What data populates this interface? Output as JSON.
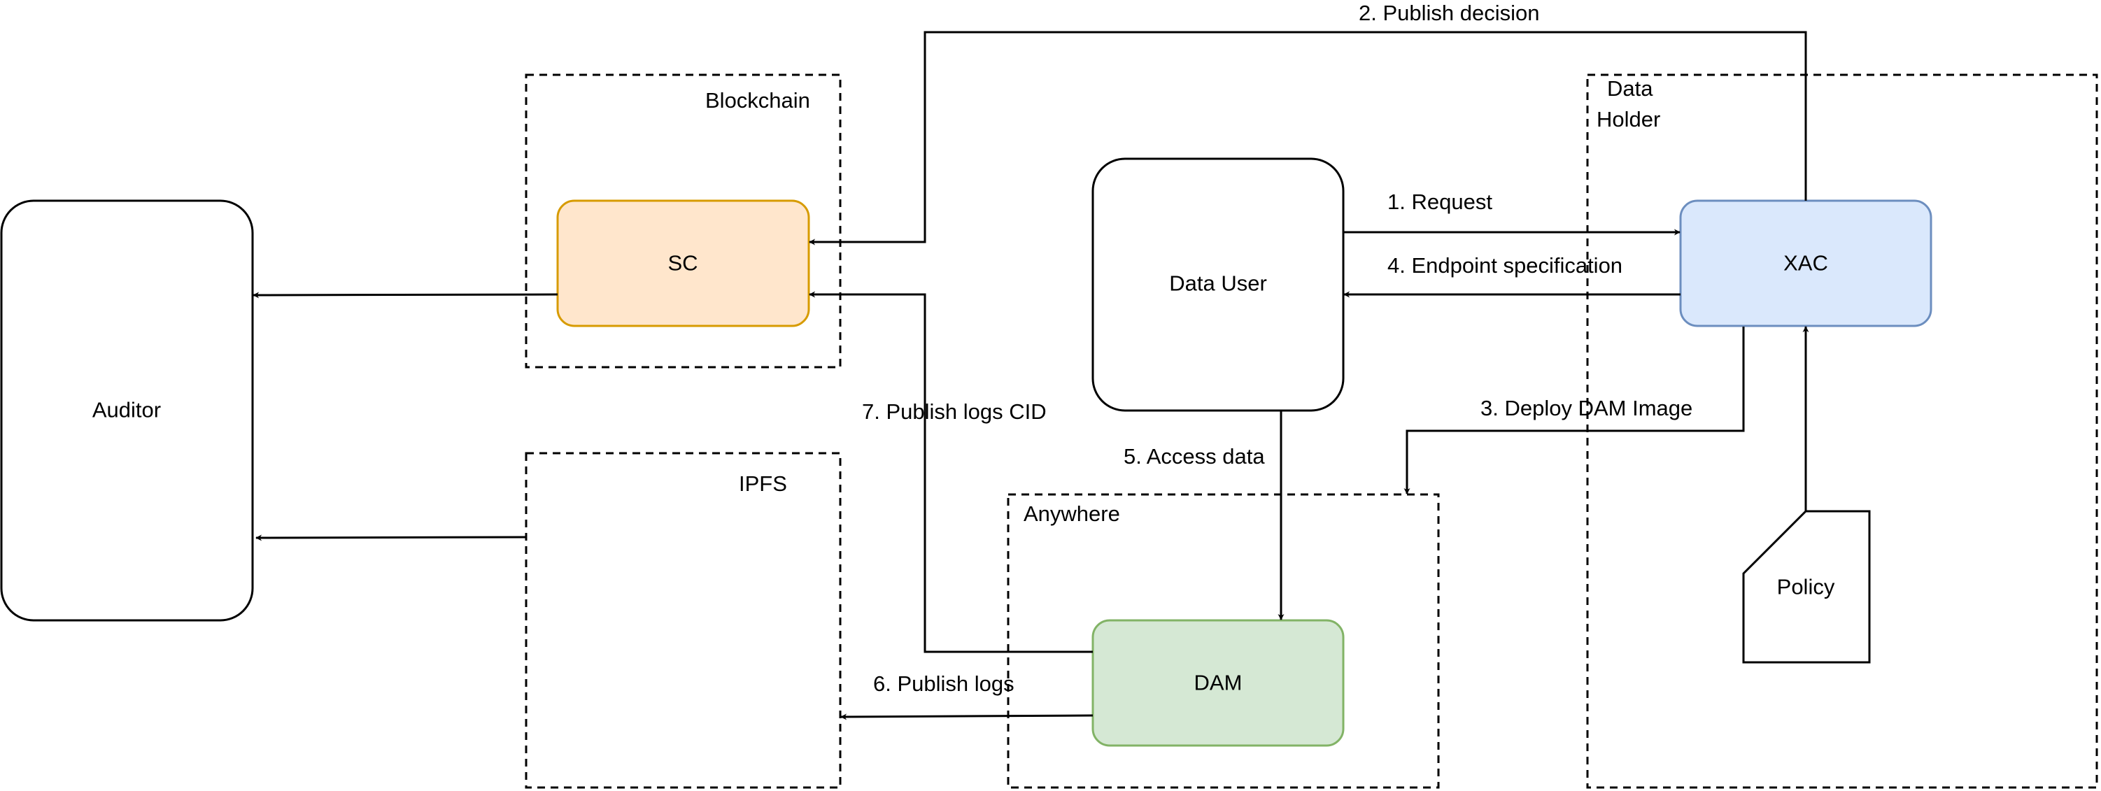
{
  "diagram": {
    "groups": {
      "blockchain": "Blockchain",
      "ipfs": "IPFS",
      "anywhere": "Anywhere",
      "data_holder_line1": "Data",
      "data_holder_line2": "Holder"
    },
    "nodes": {
      "auditor": "Auditor",
      "sc": "SC",
      "data_user": "Data User",
      "xac": "XAC",
      "dam": "DAM",
      "policy": "Policy"
    },
    "edges": {
      "request": "1. Request",
      "publish_decision": "2. Publish  decision",
      "deploy_dam_image": "3. Deploy DAM Image",
      "endpoint_specification": "4. Endpoint specification",
      "access_data": "5. Access data",
      "publish_logs": "6. Publish logs",
      "publish_logs_cid": "7. Publish logs CID"
    },
    "colors": {
      "sc_fill": "#ffe6cc",
      "sc_stroke": "#d79b00",
      "xac_fill": "#dae8fc",
      "xac_stroke": "#6c8ebf",
      "dam_fill": "#d5e8d4",
      "dam_stroke": "#82b366"
    }
  }
}
